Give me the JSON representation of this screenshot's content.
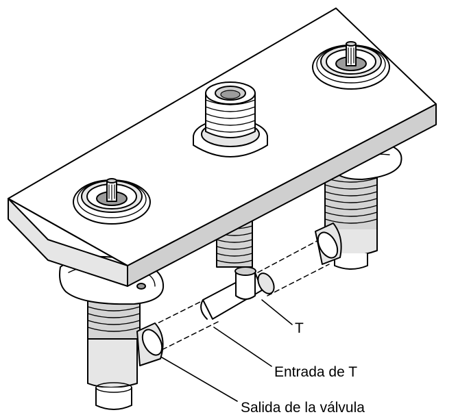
{
  "labels": {
    "t": "T",
    "t_inlet": "Entrada de T",
    "valve_outlet": "Salida de la válvula"
  },
  "colors": {
    "line": "#000000",
    "fill": "#ffffff",
    "shade_light": "#e6e6e6",
    "shade_mid": "#cfcfcf",
    "shade_dark": "#9c9c9c"
  }
}
